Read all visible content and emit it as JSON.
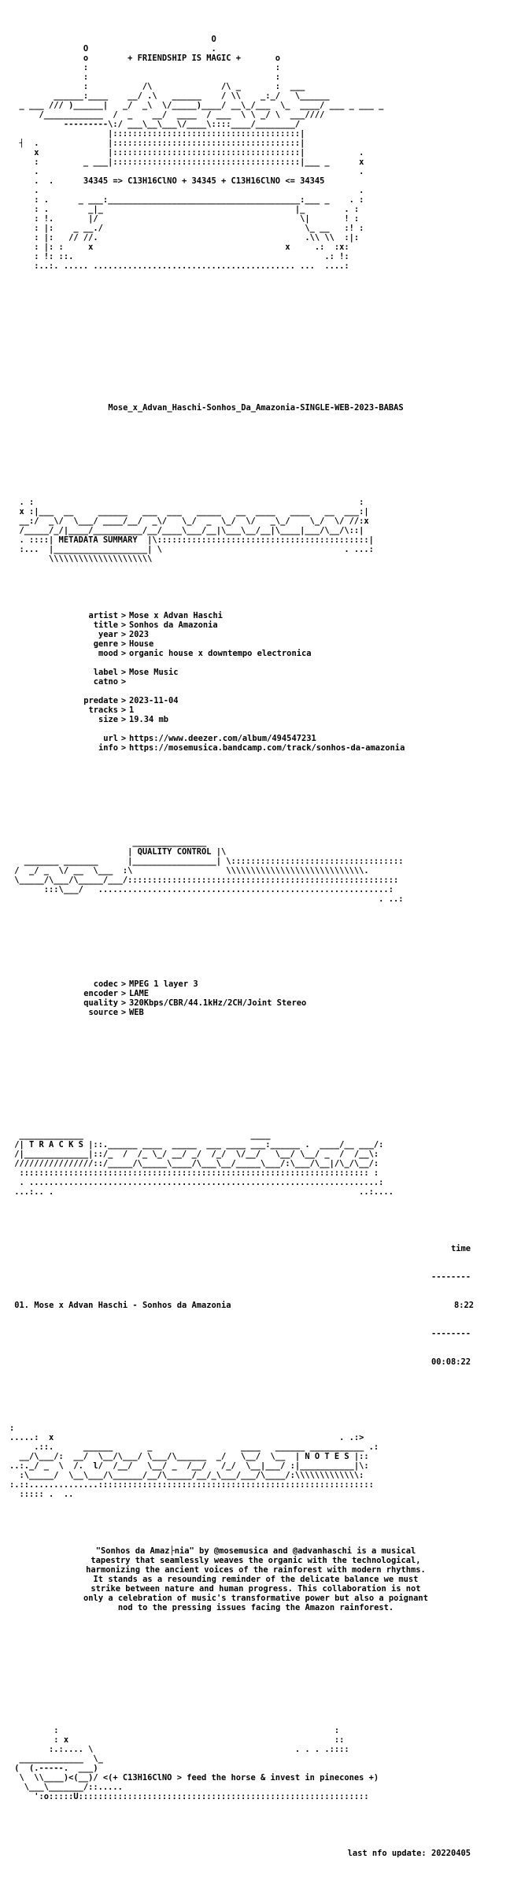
{
  "header": {
    "art": [
      "                                         O",
      "               O                         .",
      "               o        + FRIENDSHIP IS MAGIC +       o",
      "               :                                      :",
      "               :                                      :",
      "               :           /\\              /\\ _       :  ___",
      "         ______:____    __/ .\\   ______    / \\\\    _:_/   \\______",
      "  _ ___ /// )______|   _/  _\\  \\/_____)____/ __\\_/___  \\_  ____/ ___ _ ___ _",
      "      /____________  /  _    __/  ____  / ___  \\ \\ _/ \\  ___////",
      "           ---------\\:/ ___\\__\\___\\/____\\::::____/________/",
      "                    |::::::::::::::::::::::::::::::::::::::|",
      "  ┤  .              |::::::::::::::::::::::::::::::::::::::|",
      "     x              |::::::::::::::::::::::::::::::::::::::|           .",
      "     :         _ ___|::::::::::::::::::::::::::::::::::::::|___ _      x",
      "     .                                                                 .",
      "     .  .      34345 => C13H16ClNO + 34345 + C13H16ClNO <= 34345",
      "     .                                                                 .",
      "     : .      _ ___:_______________________________________:___ _    . :",
      "     : .        _|_                                       |_        . :",
      "     : !.       |/                                         \\|       ! :",
      "     : |:    _ __./                                         \\_ __   :! :",
      "     : |:   // //.                                          .\\\\ \\\\  :|:",
      "     : |: :     x                                       x     .:  :x:",
      "     : !: ::.                                                   .: !:",
      "     :..:. ..... ......................................... ...  ....:"
    ],
    "release_name": "Mose_x_Advan_Haschi-Sonhos_Da_Amazonia-SINGLE-WEB-2023-BABAS"
  },
  "metadata": {
    "banner": [
      "  . :                                                                  :",
      "  x :|___  __     ______   ___  ___   _____   __  ____   ____   __  ___:|",
      "  __:/  _\\/  \\___/ ____/__/  _\\/   \\_/  _  \\_/  \\/   _\\_/    \\_/  \\/ //:x",
      "  /_____/_/|____/__________/__/____\\___/__|\\___\\__/__|\\____|___/\\__/\\::|",
      "  . ::::| METADATA SUMMARY  |\\:::::::::::::::::::::::::::::::::::::::::::|",
      "  :...  |___________________| \\                                     . ...:",
      "        \\\\\\\\\\\\\\\\\\\\\\\\\\\\\\\\\\\\\\\\\\"
    ],
    "groups": [
      [
        {
          "key": "artist",
          "value": "Mose x Advan Haschi"
        },
        {
          "key": "title",
          "value": "Sonhos da Amazonia"
        },
        {
          "key": "year",
          "value": "2023"
        },
        {
          "key": "genre",
          "value": "House"
        },
        {
          "key": "mood",
          "value": "organic house x downtempo electronica"
        }
      ],
      [
        {
          "key": "label",
          "value": "Mose Music"
        },
        {
          "key": "catno",
          "value": ""
        }
      ],
      [
        {
          "key": "predate",
          "value": "2023-11-04"
        },
        {
          "key": "tracks",
          "value": "1"
        },
        {
          "key": "size",
          "value": "19.34 mb"
        }
      ],
      [
        {
          "key": "url",
          "value": "https://www.deezer.com/album/494547231"
        },
        {
          "key": "info",
          "value": "https://mosemusica.bandcamp.com/track/sonhos-da-amazonia"
        }
      ]
    ]
  },
  "quality": {
    "banner": [
      "                         _______________",
      "                        | QUALITY CONTROL |\\",
      "   _______ _______      |_________________| \\:::::::::::::::::::::::::::::::::::",
      " /  _/ _  \\/ __  \\___  :\\                   \\\\\\\\\\\\\\\\\\\\\\\\\\\\\\\\\\\\\\\\\\\\\\\\\\\\\\\\.",
      " \\_____/\\___/\\_____/___/:::::::::::::::::::::::::::::::::::::::::::::::::::::::",
      "       :::\\___/   ...........................................................:",
      "                                                                           . ..:"
    ],
    "fields": [
      {
        "key": "codec",
        "value": "MPEG 1 layer 3"
      },
      {
        "key": "encoder",
        "value": "LAME"
      },
      {
        "key": "quality",
        "value": "320Kbps/CBR/44.1kHz/2CH/Joint Stereo"
      },
      {
        "key": "source",
        "value": "WEB"
      }
    ]
  },
  "tracks": {
    "banner": [
      "  _____________                                  ____                        ",
      " /| T R A C K S |::.______ ____  _____  ___ ____ ___:______ .  ____/__ ___/:",
      " /|_____________|::/_  /  /_ \\_/ __/ _/  /_/  \\/__/   \\__/ \\__/ _  /  /__\\:",
      " ////////////////::/_____/\\_____\\____/\\___\\__/_____\\___/:\\___/\\__|/\\_/\\__/:",
      "  ::::::::::::::::::::::::::::::::::::::::::::::::::::::::::::::::::::::: :",
      "  . .......................................................................:",
      " ...:.. .                                                              ..:...."
    ],
    "time_header": "time",
    "dashes": "--------",
    "list": [
      {
        "number": "01.",
        "title": "Mose x Advan Haschi - Sonhos da Amazonia",
        "time": "8:22"
      }
    ],
    "total": "00:08:22"
  },
  "notes": {
    "banner": [
      ":                                                                       ",
      ".....:  x                                                          . .:>",
      "     .::.      ______       _                  ____   ______ ___________ .:",
      "  __/\\___/:  __/  \\__/\\___/ \\___/\\______  _/   \\__/  \\__  | N O T E S |::",
      "..:._/ _  \\  /.  l/  /__/   \\__/ _  /__/   /_/  \\__|___/ :|___________|\\:",
      "  :\\_____/  \\__\\___/\\______/__/\\_____/__/_\\___/___/\\____/:\\\\\\\\\\\\\\\\\\\\\\\\\\:",
      ":.::..............::::::::::::::::::::::::::::::::::::::::::::::::::::::::",
      "  ::::: .  ..                                                             "
    ],
    "text": [
      "\"Sonhos da Amaz├nia\" by @mosemusica and @advanhaschi is a musical",
      "tapestry that seamlessly weaves the organic with the technological,",
      "harmonizing the ancient voices of the rainforest with modern rhythms.",
      "It stands as a resounding reminder of the delicate balance we must",
      "strike between nature and human progress. This collaboration is not",
      "only a celebration of music's transformative power but also a poignant",
      "nod to the pressing issues facing the Amazon rainforest."
    ]
  },
  "footer": {
    "art": [
      "         :                                                        :",
      "         : x                                                      ::",
      "        :.:.... \\                                         . . . .::::",
      "  _____________  \\_                                                  ",
      " (  (.-----.  ___)",
      "  \\  \\\\____)<(__)/ <(+ C13H16ClNO > feed the horse & invest in pinecones +)",
      "   \\___\\_______/::.....",
      "     ':o:::::U:::::::::::::::::::::::::::::::::::::::::::::::::::::::::::"
    ],
    "last_update": "last nfo update: 20220405"
  }
}
